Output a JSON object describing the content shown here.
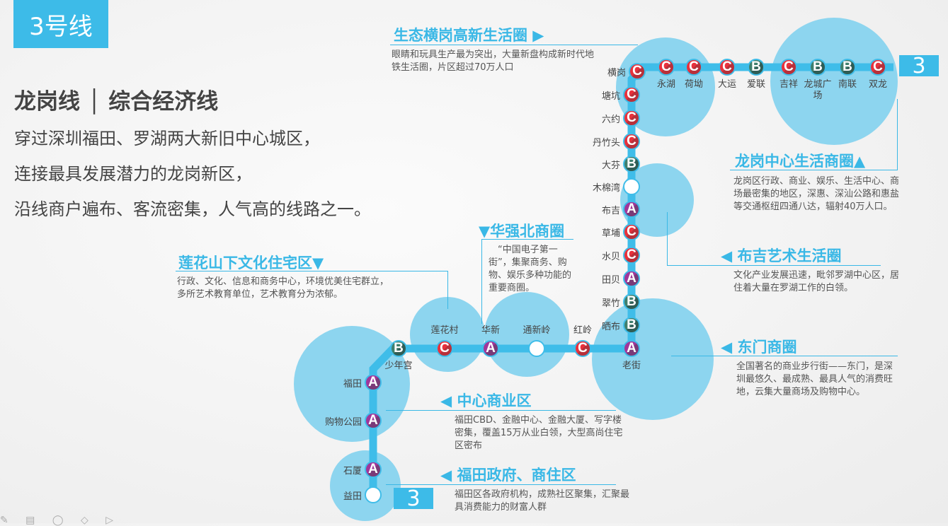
{
  "badge": "3号线",
  "heading": "龙岗线 │ 综合经济线",
  "intro": [
    "穿过深圳福田、罗湖两大新旧中心城区，",
    "连接最具发展潜力的龙岗新区，",
    "沿线商户遍布、客流密集，人气高的线路之一。"
  ],
  "line_number": "3",
  "colors": {
    "line": "#3fbde9",
    "circle": "#8dd5ef",
    "accent": "#3ab8e6",
    "A": "#a0369a",
    "B": "#3f7f6d",
    "C": "#e8313c"
  },
  "stations": [
    {
      "name": "益田",
      "grade": ""
    },
    {
      "name": "石厦",
      "grade": "A"
    },
    {
      "name": "购物公园",
      "grade": "A"
    },
    {
      "name": "福田",
      "grade": "A"
    },
    {
      "name": "少年宫",
      "grade": "B"
    },
    {
      "name": "莲花村",
      "grade": "C"
    },
    {
      "name": "华新",
      "grade": "A"
    },
    {
      "name": "通新岭",
      "grade": ""
    },
    {
      "name": "红岭",
      "grade": "C"
    },
    {
      "name": "老街",
      "grade": "A"
    },
    {
      "name": "晒布",
      "grade": "B"
    },
    {
      "name": "翠竹",
      "grade": "B"
    },
    {
      "name": "田贝",
      "grade": "A"
    },
    {
      "name": "水贝",
      "grade": "C"
    },
    {
      "name": "草埔",
      "grade": "C"
    },
    {
      "name": "布吉",
      "grade": "A"
    },
    {
      "name": "木棉湾",
      "grade": ""
    },
    {
      "name": "大芬",
      "grade": "B"
    },
    {
      "name": "丹竹头",
      "grade": "C"
    },
    {
      "name": "六约",
      "grade": "C"
    },
    {
      "name": "塘坑",
      "grade": "C"
    },
    {
      "name": "横岗",
      "grade": "C"
    },
    {
      "name": "永湖",
      "grade": "C"
    },
    {
      "name": "荷坳",
      "grade": "C"
    },
    {
      "name": "大运",
      "grade": "C"
    },
    {
      "name": "爱联",
      "grade": "B"
    },
    {
      "name": "吉祥",
      "grade": "C"
    },
    {
      "name": "龙城广场",
      "grade": "B"
    },
    {
      "name": "南联",
      "grade": "B"
    },
    {
      "name": "双龙",
      "grade": "C"
    }
  ],
  "sections": [
    {
      "title": "生态横岗高新生活圈 ▶",
      "desc": "眼睛和玩具生产最为突出，大量新盘构成新时代地铁生活圈，片区超过70万人口"
    },
    {
      "title": "龙岗中心生活商圈▲",
      "desc": "龙岗区行政、商业、娱乐、生活中心、商场最密集的地区，深惠、深汕公路和惠盐等交通枢纽四通八达，辐射40万人口。"
    },
    {
      "title": "◀ 布吉艺术生活圈",
      "desc": "文化产业发展迅速，毗邻罗湖中心区，居住着大量在罗湖工作的白领。"
    },
    {
      "title": "◀ 东门商圈",
      "desc": "全国著名的商业步行街——东门，是深圳最悠久、最成熟、最具人气的消费旺地，云集大量商场及购物中心。"
    },
    {
      "title": "▼华强北商圈",
      "desc": "“中国电子第一街”，集聚商务、购物、娱乐多种功能的重要商圈。"
    },
    {
      "title": "莲花山下文化住宅区▼",
      "desc": "行政、文化、信息和商务中心，环境优美住宅群立，多所艺术教育单位，艺术教育分为浓郁。"
    },
    {
      "title": "◀ 中心商业区",
      "desc": "福田CBD、金融中心、金融大厦、写字楼密集，覆盖15万从业白领，大型高尚住宅区密布"
    },
    {
      "title": "◀ 福田政府、商住区",
      "desc": "福田区各政府机构，成熟社区聚集，汇聚最具消费能力的财富人群"
    }
  ]
}
